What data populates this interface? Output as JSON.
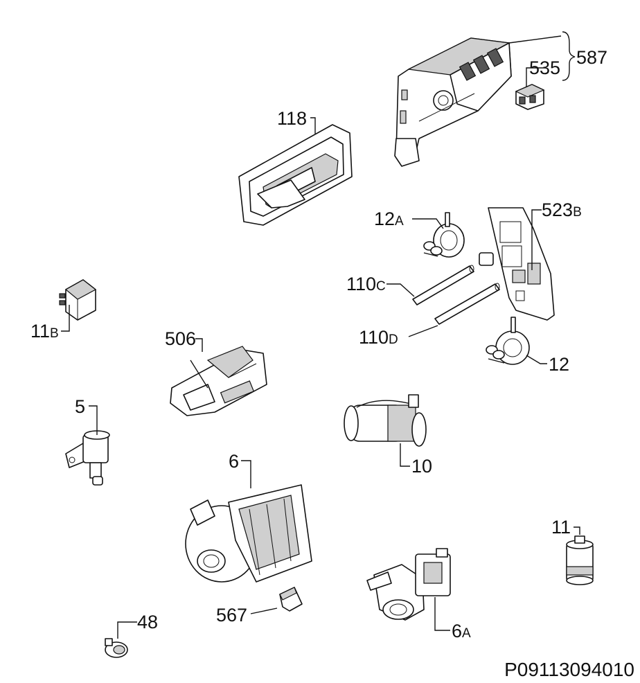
{
  "diagram": {
    "drawing_number": "P09113094010",
    "parts": [
      {
        "id": "587",
        "main": "587",
        "suffix": ""
      },
      {
        "id": "535",
        "main": "535",
        "suffix": ""
      },
      {
        "id": "118",
        "main": "118",
        "suffix": ""
      },
      {
        "id": "523B",
        "main": "523",
        "suffix": "B"
      },
      {
        "id": "12A",
        "main": "12",
        "suffix": "A"
      },
      {
        "id": "110C",
        "main": "110",
        "suffix": "C"
      },
      {
        "id": "110D",
        "main": "110",
        "suffix": "D"
      },
      {
        "id": "12",
        "main": "12",
        "suffix": ""
      },
      {
        "id": "11B",
        "main": "11",
        "suffix": "B"
      },
      {
        "id": "506",
        "main": "506",
        "suffix": ""
      },
      {
        "id": "5",
        "main": "5",
        "suffix": ""
      },
      {
        "id": "10",
        "main": "10",
        "suffix": ""
      },
      {
        "id": "6",
        "main": "6",
        "suffix": ""
      },
      {
        "id": "11",
        "main": "11",
        "suffix": ""
      },
      {
        "id": "567",
        "main": "567",
        "suffix": ""
      },
      {
        "id": "6A",
        "main": "6",
        "suffix": "A"
      },
      {
        "id": "48",
        "main": "48",
        "suffix": ""
      }
    ]
  }
}
